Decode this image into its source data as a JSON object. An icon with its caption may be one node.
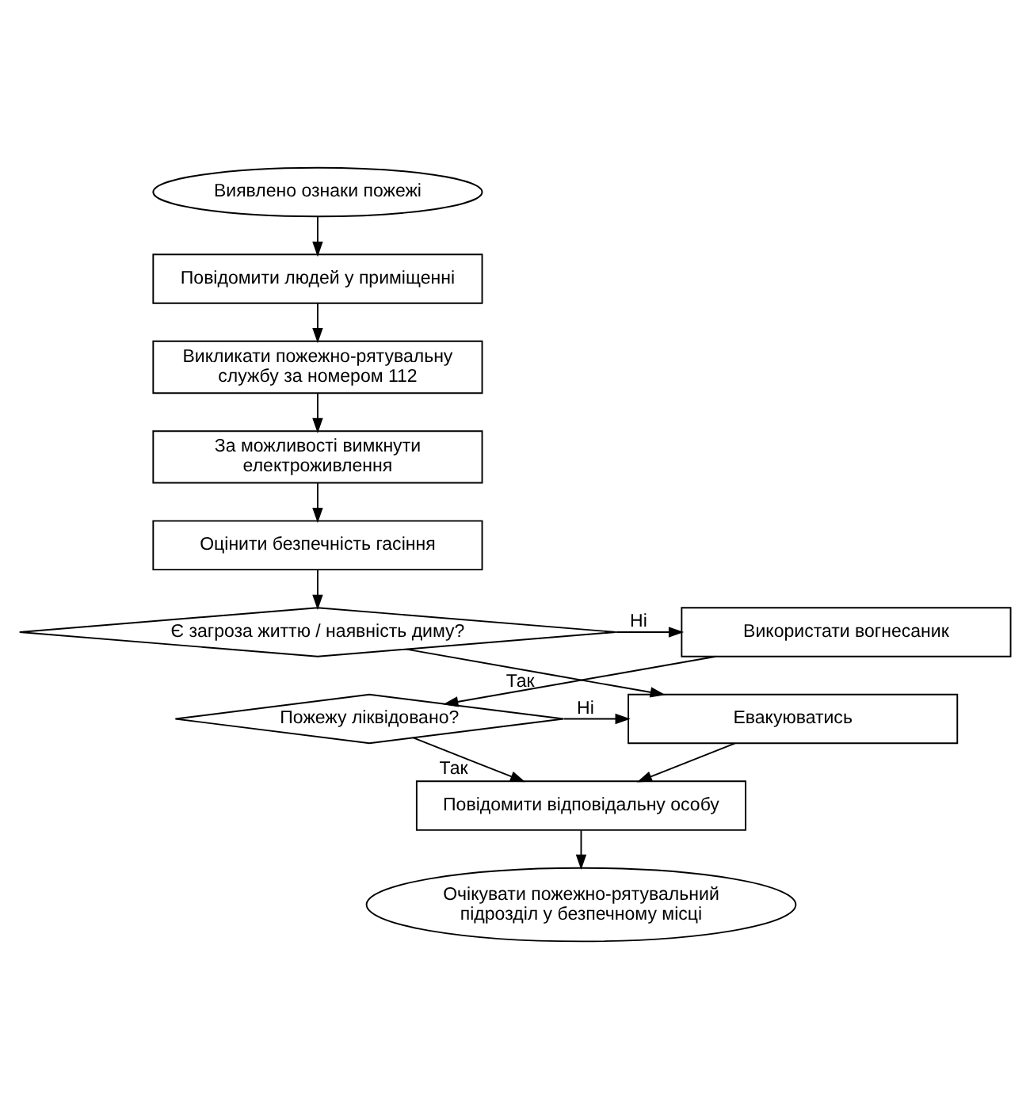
{
  "diagram": {
    "nodes": [
      {
        "text": [
          "Виявлено ознаки пожежі"
        ]
      },
      {
        "text": [
          "Повідомити людей у приміщенні"
        ]
      },
      {
        "text": [
          "Викликати пожежно-рятувальну службу за номером 112"
        ]
      },
      {
        "text": [
          "За можливості вимкнути електроживлення"
        ]
      },
      {
        "text": [
          "Оцінити безпечність гасіння"
        ]
      },
      {
        "text": [
          "Є загроза життю / наявність диму?"
        ]
      },
      {
        "text": [
          "Використати вогнесаник"
        ]
      },
      {
        "text": [
          "Евакуюватись"
        ]
      },
      {
        "text": [
          "Пожежу ліквідовано?"
        ]
      },
      {
        "text": [
          "Повідомити відповідальну особу"
        ]
      },
      {
        "text": [
          "Очікувати пожежно-рятувальний підрозділ у безпечному місці"
        ]
      }
    ],
    "edges": [
      {
        "from": 0,
        "to": 1,
        "arrow": "to"
      },
      {
        "from": 1,
        "to": 2,
        "arrow": "to"
      },
      {
        "from": 2,
        "to": 3,
        "arrow": "to"
      },
      {
        "from": 3,
        "to": 4,
        "arrow": "to"
      },
      {
        "from": 4,
        "to": 5,
        "arrow": "to"
      },
      {
        "from": 5,
        "to": 6,
        "arrow": "to",
        "label": "Ні"
      },
      {
        "from": 5,
        "to": 7,
        "arrow": "to",
        "label": "Так"
      },
      {
        "from": 6,
        "to": 8,
        "arrow": "to"
      },
      {
        "from": 8,
        "to": 7,
        "arrow": "to",
        "label": "Ні"
      },
      {
        "from": 7,
        "to": 9,
        "arrow": "to"
      },
      {
        "from": 8,
        "to": 9,
        "arrow": "to",
        "label": "Так"
      },
      {
        "from": 9,
        "to": 10,
        "arrow": "to"
      }
    ]
  }
}
